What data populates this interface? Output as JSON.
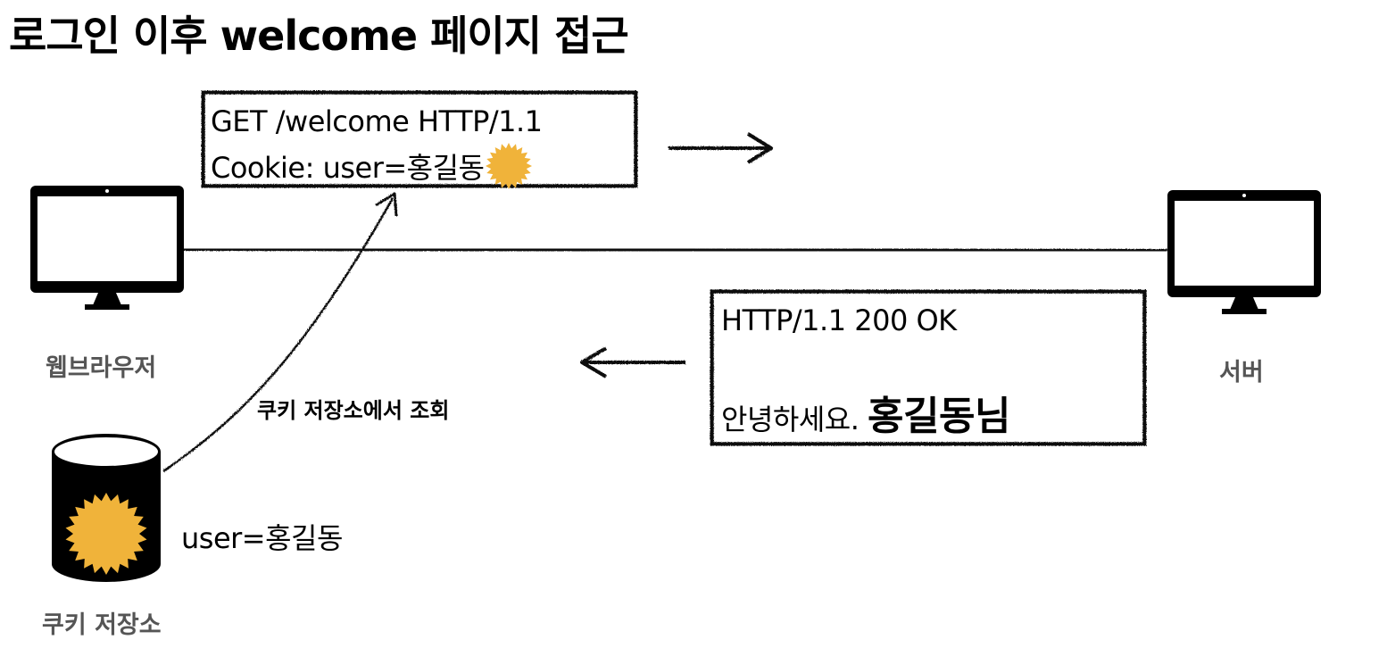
{
  "title": "로그인 이후 welcome 페이지 접근",
  "request": {
    "line1": "GET /welcome HTTP/1.1",
    "line2": "Cookie: user=홍길동"
  },
  "response": {
    "line1": "HTTP/1.1 200 OK",
    "greeting": "안녕하세요.",
    "name": "홍길동님"
  },
  "browser": {
    "label": "웹브라우저"
  },
  "server": {
    "label": "서버"
  },
  "cookie_store": {
    "label": "쿠키 저장소",
    "content": "user=홍길동",
    "lookup_label": "쿠키 저장소에서 조회"
  },
  "colors": {
    "star": "#F0B33A",
    "line": "#111111",
    "label_gray": "#555555"
  },
  "icons": [
    "monitor-icon",
    "database-icon",
    "star-burst-icon",
    "arrow-right-icon",
    "arrow-left-icon"
  ]
}
